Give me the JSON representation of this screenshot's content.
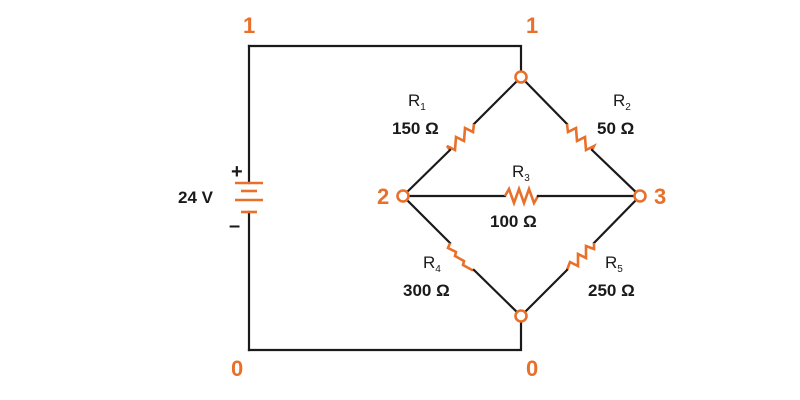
{
  "circuit": {
    "source": {
      "voltage_label": "24 V",
      "plus": "+",
      "minus": "–"
    },
    "nodes": {
      "top_left": "1",
      "top_right": "1",
      "left": "2",
      "right": "3",
      "bottom_left": "0",
      "bottom_right": "0"
    },
    "resistors": [
      {
        "name": "R",
        "sub": "1",
        "value": "150 Ω"
      },
      {
        "name": "R",
        "sub": "2",
        "value": "50 Ω"
      },
      {
        "name": "R",
        "sub": "3",
        "value": "100 Ω"
      },
      {
        "name": "R",
        "sub": "4",
        "value": "300 Ω"
      },
      {
        "name": "R",
        "sub": "5",
        "value": "250 Ω"
      }
    ],
    "colors": {
      "accent": "#e8702a",
      "wire": "#1a1a1a"
    }
  }
}
